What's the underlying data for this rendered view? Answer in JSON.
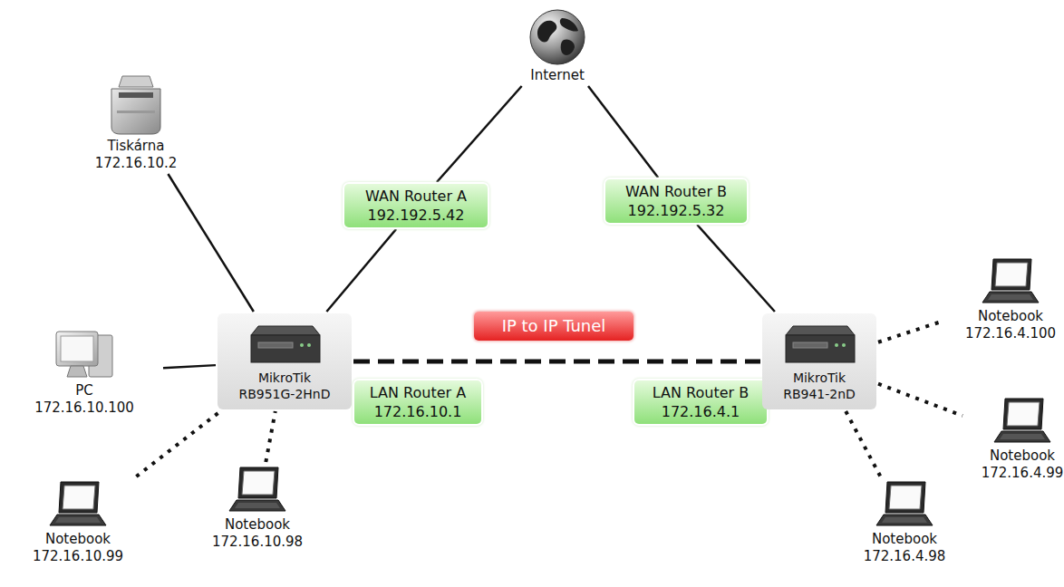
{
  "diagram": {
    "nodes": [
      {
        "text": [
          "Internet"
        ]
      },
      {
        "text": [
          "WAN Router A",
          "192.192.5.42"
        ]
      },
      {
        "text": [
          "WAN Router B",
          "192.192.5.32"
        ]
      },
      {
        "text": [
          "Tiskárna",
          "172.16.10.2"
        ]
      },
      {
        "text": [
          "MikroTik RB951G-2HnD"
        ]
      },
      {
        "text": [
          "LAN Router A",
          "172.16.10.1"
        ]
      },
      {
        "text": [
          "IP to IP Tunel"
        ]
      },
      {
        "text": [
          "LAN Router B",
          "172.16.4.1"
        ]
      },
      {
        "text": [
          "MikroTik RB941-2nD"
        ]
      },
      {
        "text": [
          "Notebook",
          "172.16.4.100"
        ]
      },
      {
        "text": [
          "PC",
          "172.16.10.100"
        ]
      },
      {
        "text": [
          "Notebook",
          "172.16.4.99"
        ]
      },
      {
        "text": [
          "Notebook",
          "172.16.10.99"
        ]
      },
      {
        "text": [
          "Notebook",
          "172.16.10.98"
        ]
      },
      {
        "text": [
          "Notebook",
          "172.16.4.98"
        ]
      }
    ],
    "edges": [
      {
        "from": 0,
        "to": 1,
        "arrow": "none"
      },
      {
        "from": 1,
        "to": 4,
        "arrow": "none"
      },
      {
        "from": 0,
        "to": 2,
        "arrow": "none"
      },
      {
        "from": 2,
        "to": 8,
        "arrow": "none"
      },
      {
        "from": 3,
        "to": 4,
        "arrow": "none"
      },
      {
        "from": 10,
        "to": 4,
        "arrow": "none"
      },
      {
        "from": 12,
        "to": 4,
        "arrow": "none"
      },
      {
        "from": 13,
        "to": 4,
        "arrow": "none"
      },
      {
        "from": 4,
        "to": 8,
        "arrow": "none"
      },
      {
        "from": 8,
        "to": 9,
        "arrow": "none"
      },
      {
        "from": 8,
        "to": 11,
        "arrow": "none"
      },
      {
        "from": 8,
        "to": 14,
        "arrow": "none"
      }
    ]
  }
}
